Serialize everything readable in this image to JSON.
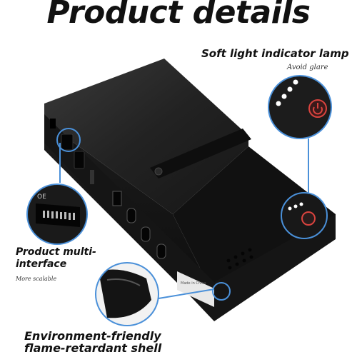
{
  "page": {
    "title": "Product details"
  },
  "features": [
    {
      "title": "Soft light indicator lamp",
      "subtitle": "Avoid glare",
      "icon": "indicator-lamp-closeup"
    },
    {
      "title_line1": "Product multi-",
      "title_line2": "interface",
      "subtitle": "More scalable",
      "icon": "port-closeup"
    },
    {
      "title_line1": "Environment-friendly",
      "title_line2": "flame-retardant shell",
      "icon": "shell-corner-closeup"
    }
  ],
  "device": {
    "port_label_small": "OE",
    "label_sticker": "Made in China"
  },
  "colors": {
    "accent": "#4a90d9",
    "power_button": "#d8433e",
    "device_body": "#1a1a1a"
  }
}
